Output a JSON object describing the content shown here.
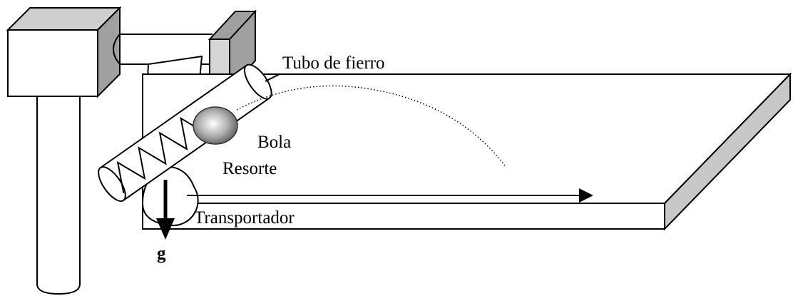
{
  "labels": {
    "tube": "Tubo de fierro",
    "ball": "Bola",
    "spring": "Resorte",
    "protractor": "Transportador",
    "gravity": "g"
  },
  "colors": {
    "line": "#000000",
    "side_shade": "#a0a0a0",
    "top_shade": "#cfcfcf",
    "ball_light": "#ffffff",
    "ball_dark": "#5a5a5a"
  }
}
